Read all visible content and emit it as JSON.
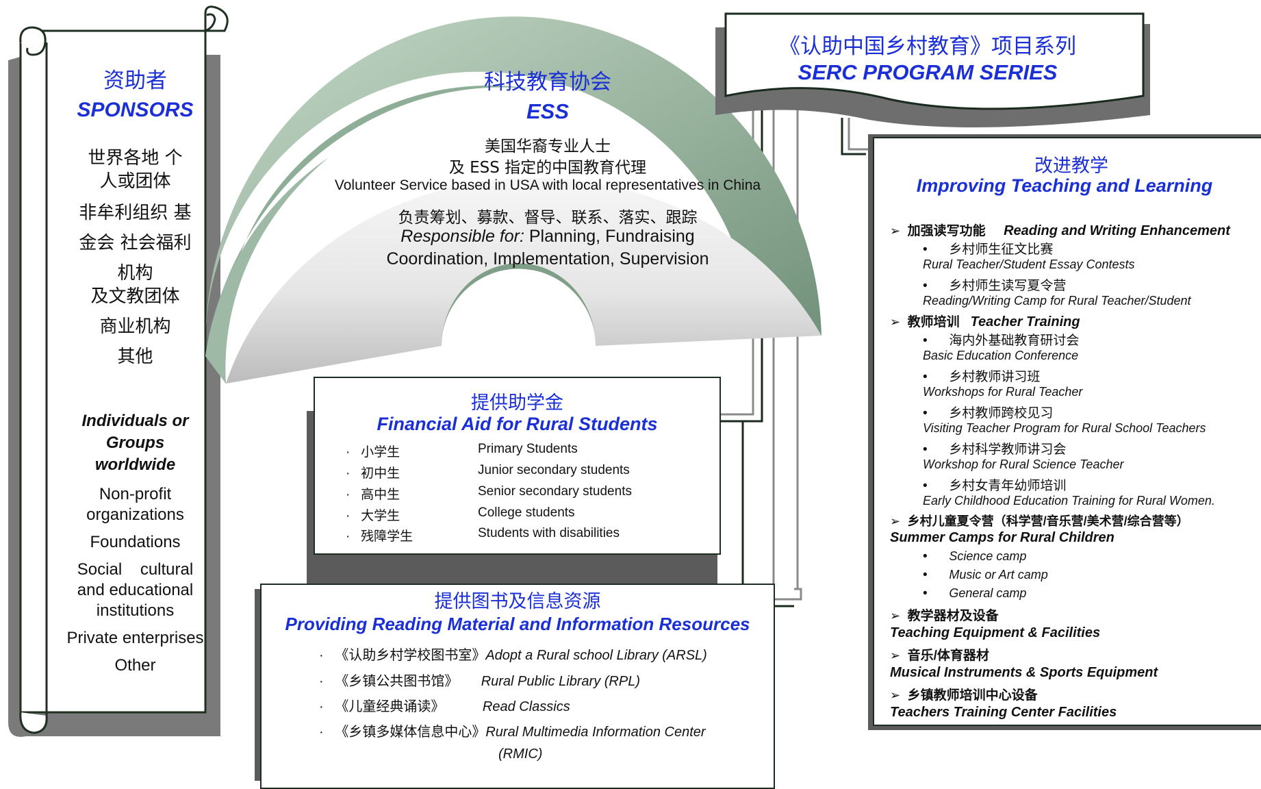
{
  "serc": {
    "title_zh": "《认助中国乡村教育》项目系列",
    "title_en": "SERC PROGRAM SERIES"
  },
  "sponsors": {
    "title_zh": "资助者",
    "title_en": "SPONSORS",
    "zh_lines": [
      "世界各地 个",
      "人或团体",
      "非牟利组织 基",
      "金会 社会福利",
      "机构",
      "及文教团体",
      "商业机构",
      "其他"
    ],
    "en_heading": [
      "Individuals or",
      "Groups",
      "worldwide"
    ],
    "en_lines": [
      "Non-profit",
      "organizations",
      "Foundations",
      "Social    cultural",
      "and educational",
      "institutions",
      "Private enterprises",
      "Other"
    ]
  },
  "ess": {
    "title_zh": "科技教育协会",
    "title_en": "ESS",
    "line1": "美国华裔专业人士",
    "line2": "及 ESS 指定的中国教育代理",
    "line3": "Volunteer Service based in USA with local representatives in China",
    "line4": "负责筹划、募款、督导、联系、落实、跟踪",
    "line5_italic": "Responsible for:",
    "line5_rest": " Planning, Fundraising",
    "line6": "Coordination, Implementation, Supervision"
  },
  "aid": {
    "title_zh": "提供助学金",
    "title_en": "Financial Aid for Rural Students",
    "bullet": "·",
    "rows": [
      {
        "zh": "小学生",
        "en": "Primary Students"
      },
      {
        "zh": "初中生",
        "en": "Junior secondary students"
      },
      {
        "zh": "高中生",
        "en": "Senior secondary students"
      },
      {
        "zh": "大学生",
        "en": "College students"
      },
      {
        "zh": "残障学生",
        "en": "Students with disabilities"
      }
    ]
  },
  "resources": {
    "title_zh": "提供图书及信息资源",
    "title_en": "Providing Reading Material and Information Resources",
    "bullet": "·",
    "rows": [
      {
        "zh": "《认助乡村学校图书室》",
        "en": "Adopt a Rural school Library (ARSL)"
      },
      {
        "zh": "《乡镇公共图书馆》",
        "en": "Rural Public Library (RPL)"
      },
      {
        "zh": "《儿童经典诵读》",
        "en": "Read Classics"
      },
      {
        "zh": "《乡镇多媒体信息中心》",
        "en": "Rural Multimedia Information Center"
      }
    ],
    "continuation": "(RMIC)"
  },
  "improving": {
    "title_zh": "改进教学",
    "title_en": "Improving Teaching and Learning",
    "arrow": "➢",
    "dot": "•",
    "s1_zh": "加强读写功能",
    "s1_en": "Reading and Writing Enhancement",
    "s1_items": [
      {
        "zh": "乡村师生征文比赛",
        "en": "Rural Teacher/Student Essay Contests"
      },
      {
        "zh": "乡村师生读写夏令营",
        "en": "Reading/Writing Camp for Rural Teacher/Student"
      }
    ],
    "s2_zh": "教师培训",
    "s2_en": "Teacher Training",
    "s2_items": [
      {
        "zh": "海内外基础教育研讨会",
        "en": "Basic Education Conference"
      },
      {
        "zh": "乡村教师讲习班",
        "en": "Workshops for Rural Teacher"
      },
      {
        "zh": "乡村教师跨校见习",
        "en": "Visiting Teacher Program for Rural School Teachers"
      },
      {
        "zh": "乡村科学教师讲习会",
        "en": "Workshop for Rural Science Teacher"
      },
      {
        "zh": "乡村女青年幼师培训",
        "en": "Early Childhood Education Training for Rural Women."
      }
    ],
    "s3_zh": "乡村儿童夏令营（科学营/音乐营/美术营/综合营等）",
    "s3_en": "Summer Camps for Rural Children",
    "s3_items": [
      "Science camp",
      "Music or Art camp",
      "General camp"
    ],
    "s4_zh": "教学器材及设备",
    "s4_en": "Teaching Equipment & Facilities",
    "s5_zh": "音乐/体育器材",
    "s5_en": "Musical Instruments & Sports Equipment",
    "s6_zh": "乡镇教师培训中心设备",
    "s6_en": "Teachers Training Center Facilities"
  }
}
